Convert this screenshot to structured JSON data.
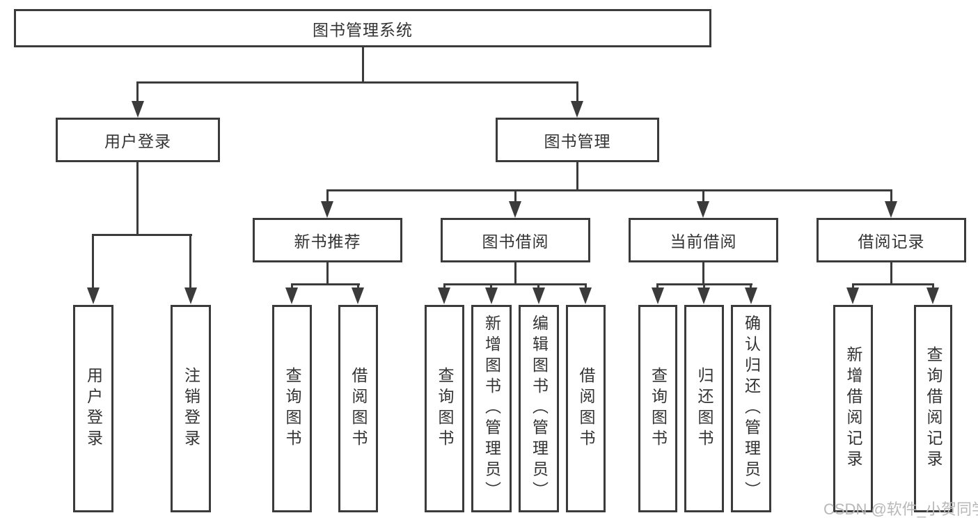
{
  "diagram": {
    "root": {
      "label": "图书管理系统"
    },
    "level2": {
      "user_login": {
        "label": "用户登录"
      },
      "book_management": {
        "label": "图书管理"
      }
    },
    "level3": {
      "new_book_recommend": {
        "label": "新书推荐"
      },
      "book_borrowing": {
        "label": "图书借阅"
      },
      "current_borrowing": {
        "label": "当前借阅"
      },
      "borrowing_records": {
        "label": "借阅记录"
      }
    },
    "leaves": {
      "user_login": [
        "用户登录",
        "注销登录"
      ],
      "new_book_recommend": [
        "查询图书",
        "借阅图书"
      ],
      "book_borrowing": [
        "查询图书",
        "新增图书（管理员）",
        "编辑图书（管理员）",
        "借阅图书"
      ],
      "current_borrowing": [
        "查询图书",
        "归还图书",
        "确认归还（管理员）"
      ],
      "borrowing_records": [
        "新增借阅记录",
        "查询借阅记录"
      ]
    },
    "watermark": "CSDN @软件_小贺同学",
    "colors": {
      "line": "#3b3b3b",
      "text": "#333333",
      "watermark": "#b8b8b8",
      "background": "#ffffff"
    }
  }
}
